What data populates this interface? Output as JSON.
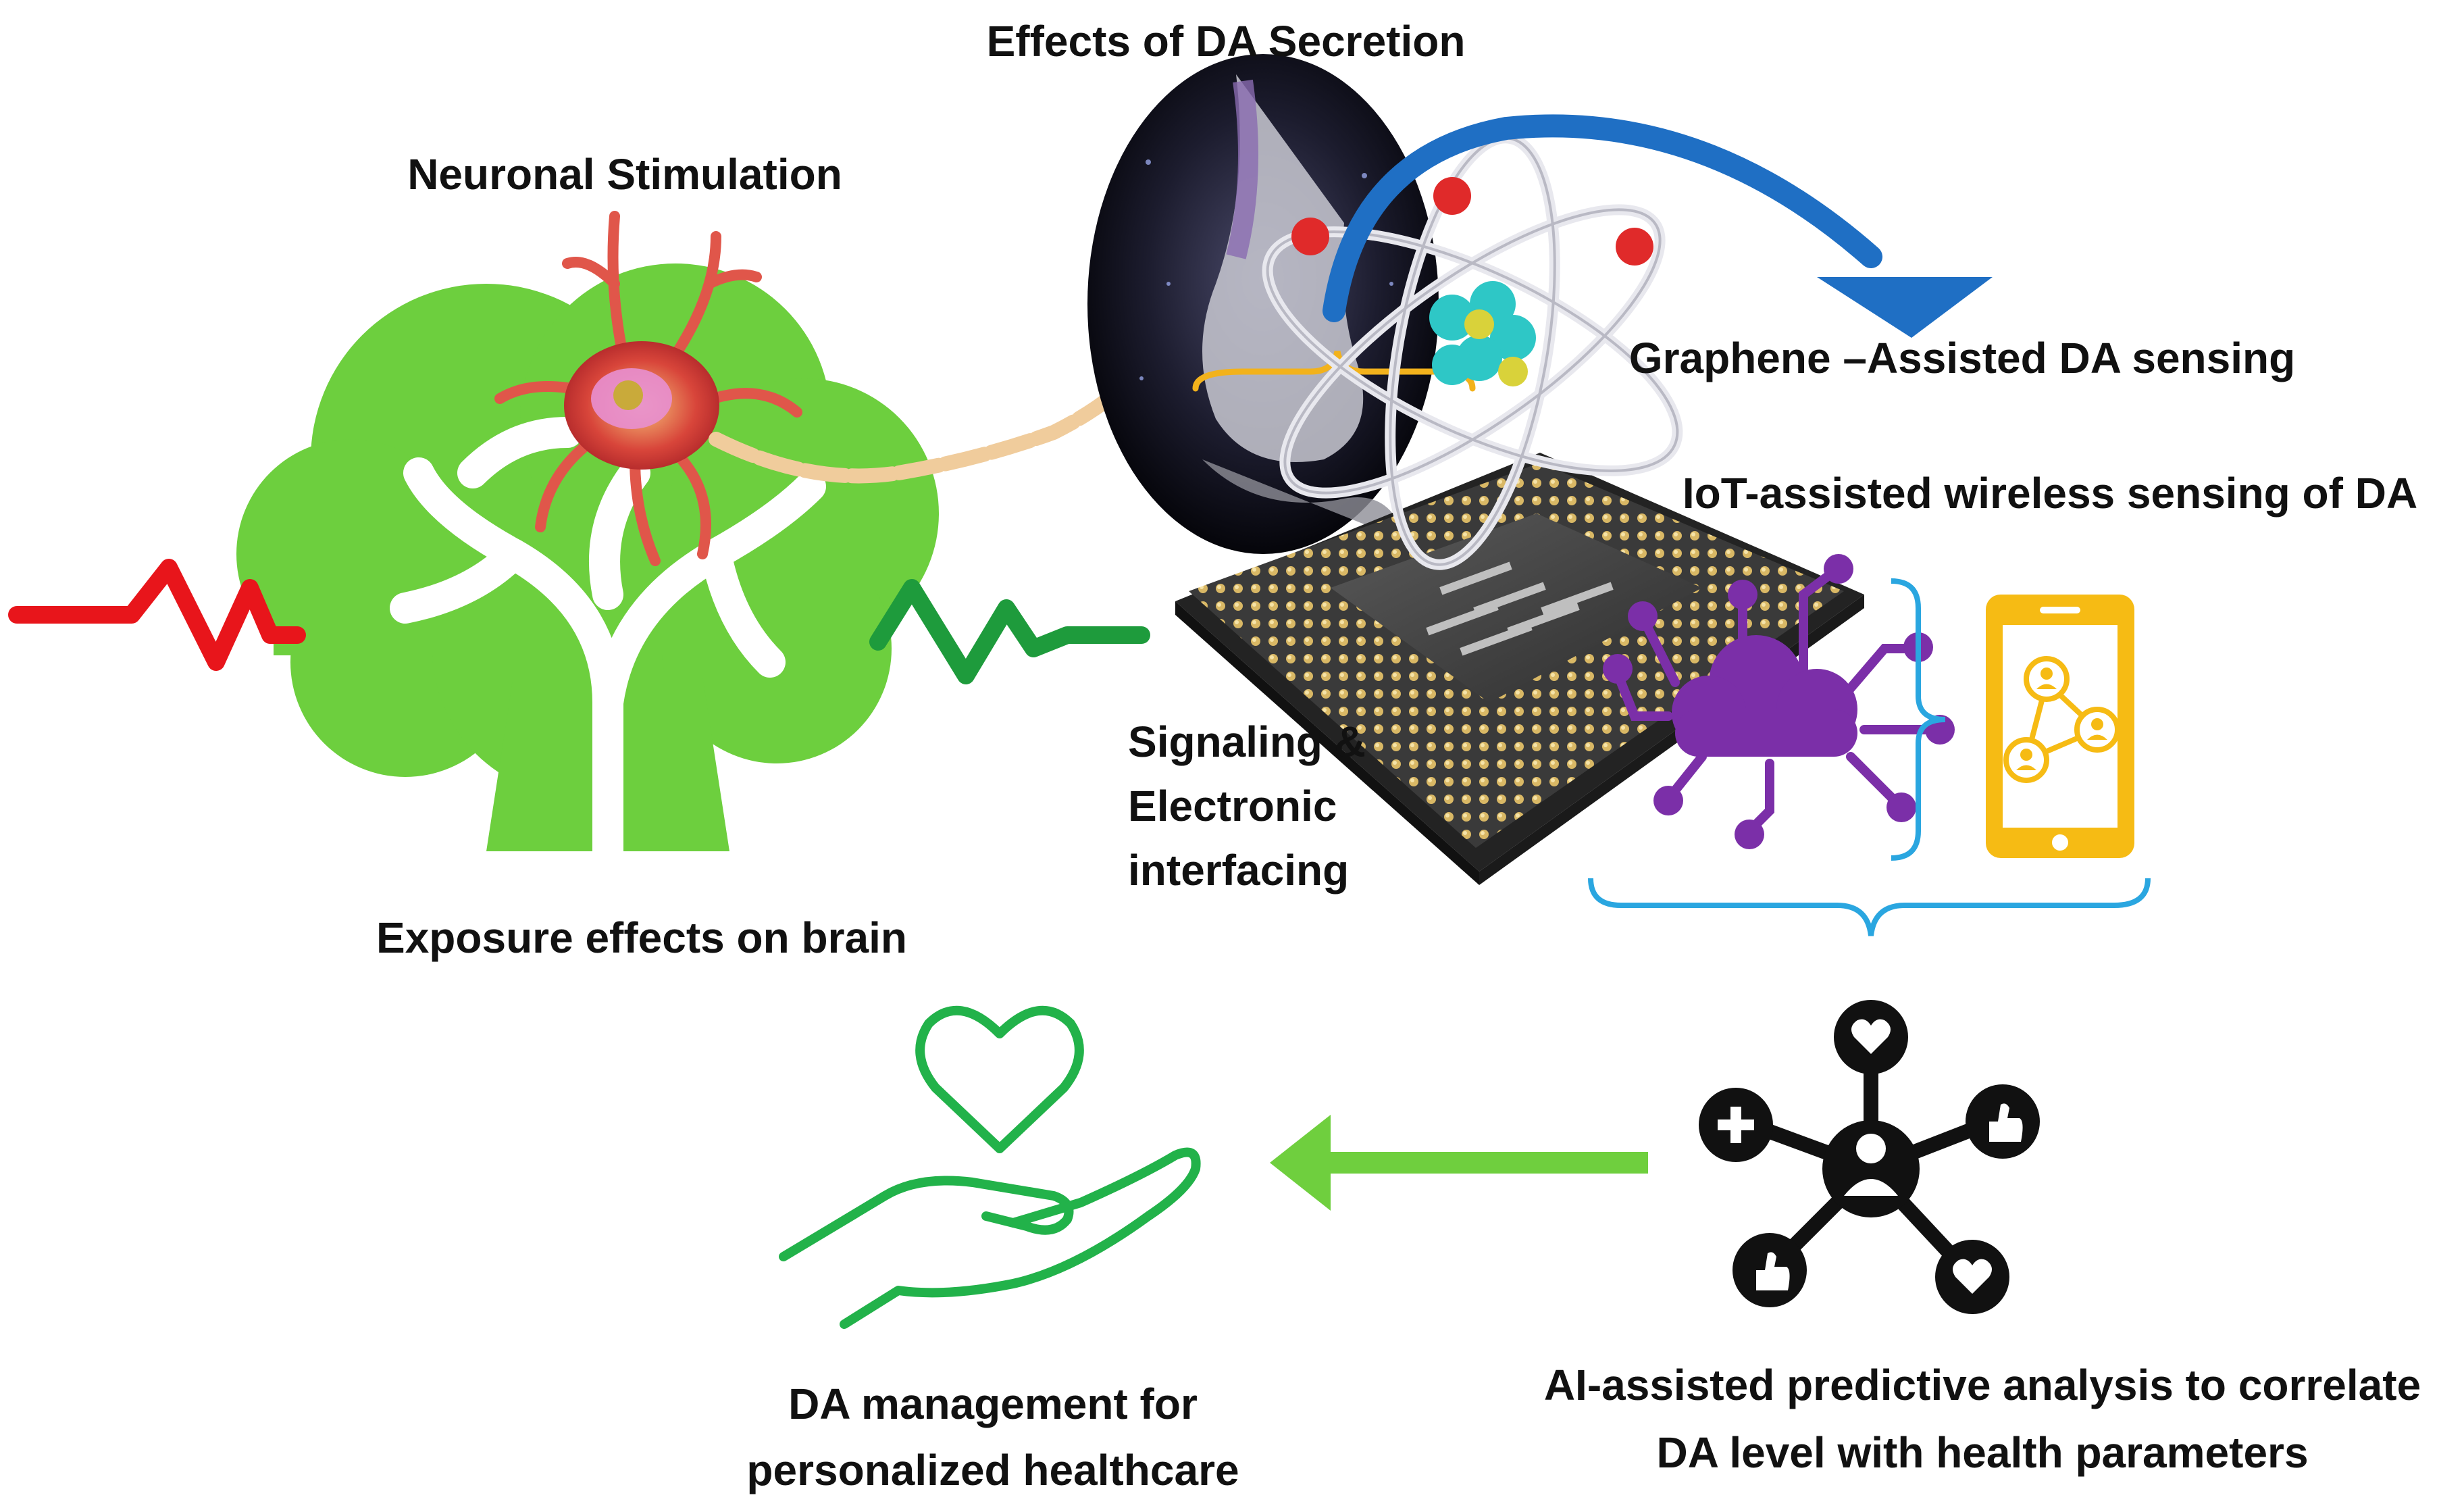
{
  "labels": {
    "effects_secretion": "Effects of DA Secretion",
    "neuronal_stimulation": "Neuronal Stimulation",
    "graphene_sensing": "Graphene –Assisted DA sensing",
    "iot_sensing": "IoT-assisted wireless sensing of DA",
    "signaling_1": "Signaling &",
    "signaling_2": "Electronic",
    "signaling_3": "interfacing",
    "exposure": "Exposure effects on brain",
    "management_1": "DA management for",
    "management_2": "personalized healthcare",
    "ai_1": "AI-assisted predictive analysis to correlate",
    "ai_2": "DA level with health parameters"
  },
  "icons": {
    "brain": "brain-tree-icon",
    "neuron": "neuron-icon",
    "synapse": "synapse-icon",
    "atom": "atom-icon",
    "chip": "processor-chip-icon",
    "cloud": "cloud-network-icon",
    "phone": "smartphone-icon",
    "network": "social-network-icon",
    "care": "heart-hand-icon"
  },
  "colors": {
    "brain": "#6dcf3e",
    "red_signal": "#e8151b",
    "green_signal": "#1e9b3c",
    "blue_arrow": "#1f6fc4",
    "cloud": "#7b2fa8",
    "phone": "#f6bb14",
    "bracket_blue": "#2aa6e0",
    "bracket_yellow": "#f2b21c",
    "flow_arrow": "#6fcf3e",
    "care": "#22b24a"
  }
}
